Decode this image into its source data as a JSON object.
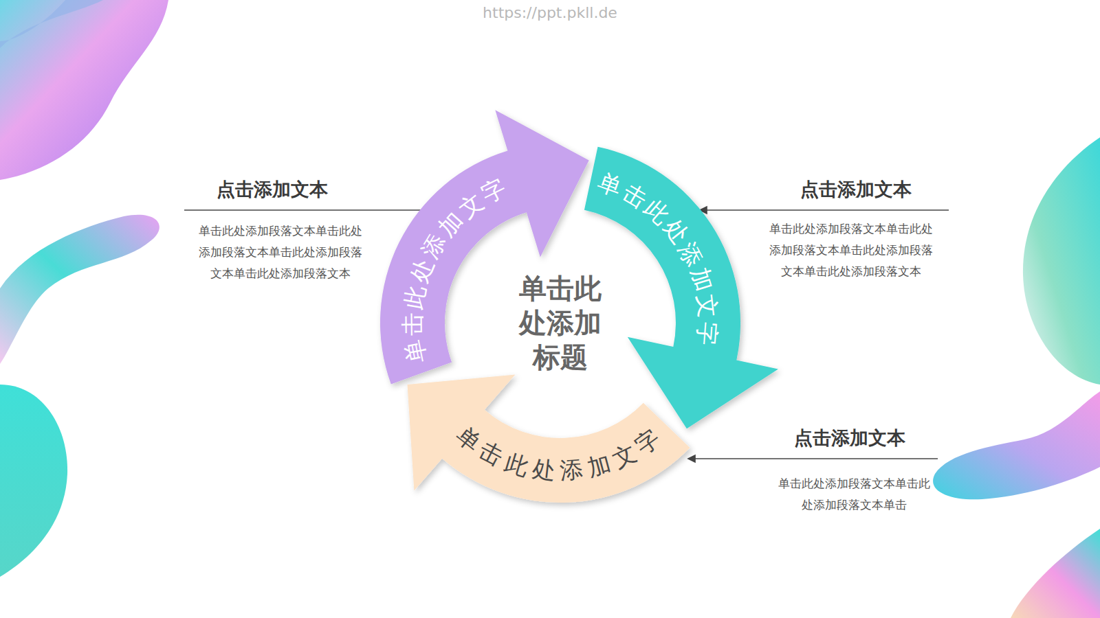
{
  "diagram": {
    "title": "单击此处添加标题",
    "nodes": [
      {
        "text": [
          "单击此处添加文字"
        ]
      },
      {
        "text": [
          "单击此处添加文字"
        ]
      },
      {
        "text": [
          "单击此处添加文字"
        ]
      }
    ],
    "labels": [
      "https://ppt.pkll.de",
      "点击添加文本",
      "单击此处添加段落文本单击此处添加段落文本单击此处添加段落文本单击此处添加段落文本",
      "点击添加文本",
      "单击此处添加段落文本单击此处添加段落文本单击此处添加段落文本单击此处添加段落文本",
      "点击添加文本",
      "单击此处添加段落文本单击此处添加段落文本单击"
    ]
  }
}
